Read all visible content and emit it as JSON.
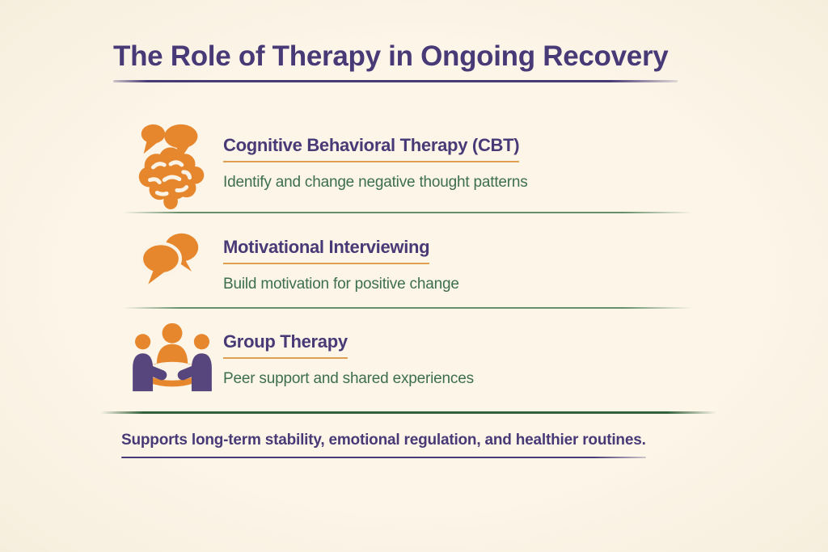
{
  "title": "The Role of Therapy in Ongoing Recovery",
  "sections": [
    {
      "icon": "brain-speech-icon",
      "heading": "Cognitive Behavioral Therapy (CBT)",
      "description": "Identify and change negative thought patterns"
    },
    {
      "icon": "chat-bubbles-icon",
      "heading": "Motivational Interviewing",
      "description": "Build motivation for positive change"
    },
    {
      "icon": "group-people-icon",
      "heading": "Group Therapy",
      "description": "Peer support and shared experiences"
    }
  ],
  "footer": {
    "text": "Supports long-term stability, emotional regulation, and healthier routines."
  },
  "colors": {
    "background": "#fbf3e6",
    "title_purple": "#483a76",
    "icon_orange": "#e6872e",
    "icon_purple": "#57467e",
    "heading_underline_amber": "#dfa050",
    "description_green": "#3d6e4f",
    "divider_green": "#66906d",
    "divider_dark_green": "#32613c"
  }
}
